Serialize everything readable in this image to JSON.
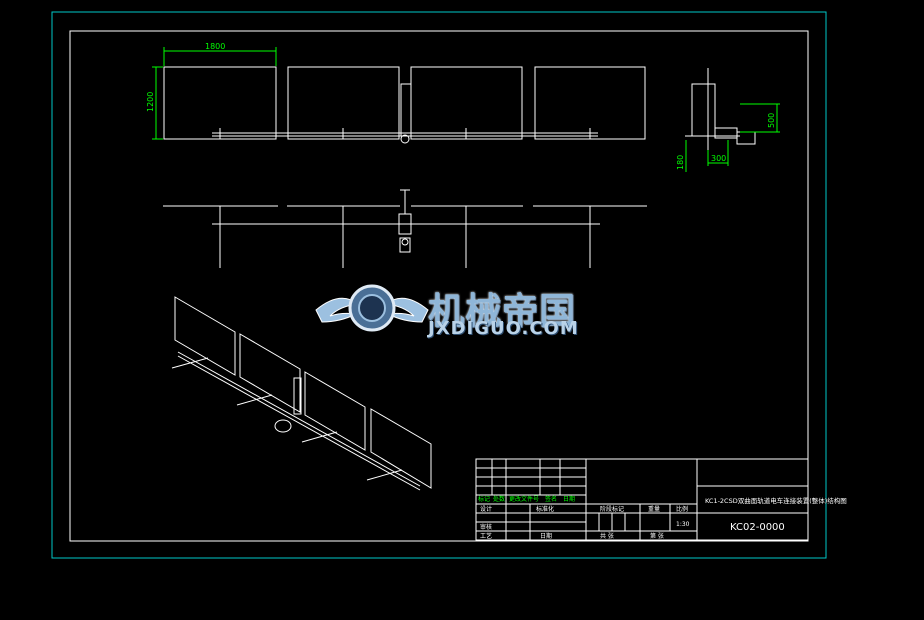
{
  "drawing": {
    "dimensions": {
      "panel_width": "1800",
      "panel_height": "1200",
      "side_height": "500",
      "side_width": "300",
      "side_base": "180"
    }
  },
  "watermark": {
    "cn_text": "机械帝国",
    "en_text": "JXDIGUO.COM"
  },
  "title_block": {
    "row_labels": [
      "标记",
      "处数",
      "更改文件号",
      "签名",
      "日期"
    ],
    "design_label": "设计",
    "standardize_label": "标准化",
    "review_label": "审核",
    "process_label": "工艺",
    "approve_label": "日期",
    "stage_label": "阶段标记",
    "weight_label": "重量",
    "scale_label": "比例",
    "scale_value": "1:30",
    "sheet_total_label": "共 张",
    "sheet_label": "第 张",
    "title": "KC1-2CSD双曲面轨道电车连接装置(整体)结构图",
    "drawing_number": "KC02-0000"
  },
  "colors": {
    "frame": "#00c8c8",
    "lines": "#ffffff",
    "dims": "#00ff00"
  }
}
